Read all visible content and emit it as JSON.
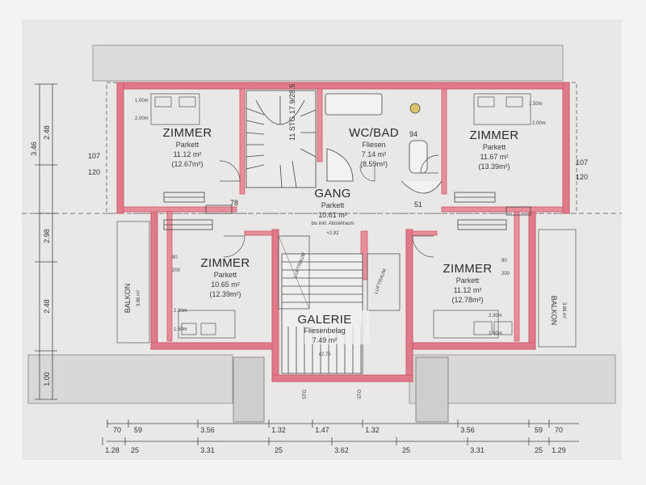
{
  "rooms": {
    "zimmer_nw": {
      "name": "ZIMMER",
      "floor": "Parkett",
      "area": "11.12 m²",
      "area2": "(12.67m²)"
    },
    "wc_bad": {
      "name": "WC/BAD",
      "floor": "Fliesen",
      "area": "7.14 m²",
      "area2": "(8.59m²)"
    },
    "zimmer_ne": {
      "name": "ZIMMER",
      "floor": "Parkett",
      "area": "11.67 m²",
      "area2": "(13.39m²)"
    },
    "gang": {
      "name": "GANG",
      "floor": "Parkett",
      "area": "10.61 m²",
      "note": "bis inkl. Abstellraum",
      "level": "+2.92"
    },
    "zimmer_sw": {
      "name": "ZIMMER",
      "floor": "Parkett",
      "area": "10.65 m²",
      "area2": "(12.39m²)"
    },
    "zimmer_se": {
      "name": "ZIMMER",
      "floor": "Parkett",
      "area": "11.12 m²",
      "area2": "(12.78m²)"
    },
    "galerie": {
      "name": "GALERIE",
      "floor": "Fliesenbelag",
      "area": "7.49 m²",
      "level": "±2.75"
    },
    "balkon_w": {
      "name": "BALKON",
      "area": "3.86 m²"
    },
    "balkon_e": {
      "name": "BALKON",
      "area": "3.66 m²"
    }
  },
  "labels": {
    "luftraum": "LUFTRAUM",
    "stair_note": "11 STG 17.9/28.5",
    "stair_up_1": "STG",
    "stair_up_2": "STG",
    "bath_94": "94",
    "num_107_l": "107",
    "num_120_l": "120",
    "num_107_r": "107",
    "num_120_r": "120",
    "num_51": "51",
    "num_78": "78",
    "num_90_l": "90",
    "num_200_l": "200",
    "num_90_r": "90",
    "num_200_r": "200",
    "num_100_l": "1.00m",
    "num_200m_l": "2.00m",
    "num_150_r": "1.50m",
    "num_200m_r": "2.00m",
    "num_230_sw": "2.30m",
    "num_150_sw": "1.50m",
    "num_230_se": "2.30m",
    "num_150_se": "1.50m"
  },
  "dimensions": {
    "left": [
      "2.48",
      "3.46",
      "2.98",
      "2.48",
      "1.00"
    ],
    "bottom_row1": [
      "70",
      "59",
      "3.56",
      "1.32",
      "1.47",
      "1.32",
      "3.56",
      "59",
      "70"
    ],
    "bottom_row2": [
      "1.28",
      "25",
      "3.31",
      "25",
      "3.62",
      "25",
      "3.31",
      "25",
      "1.29"
    ]
  },
  "colors": {
    "wall": "#e07a8a",
    "wall_edge": "#c95b6b",
    "line": "#3a3a3a",
    "paper": "#e9e8e6",
    "roof": "#d8d7d5"
  }
}
